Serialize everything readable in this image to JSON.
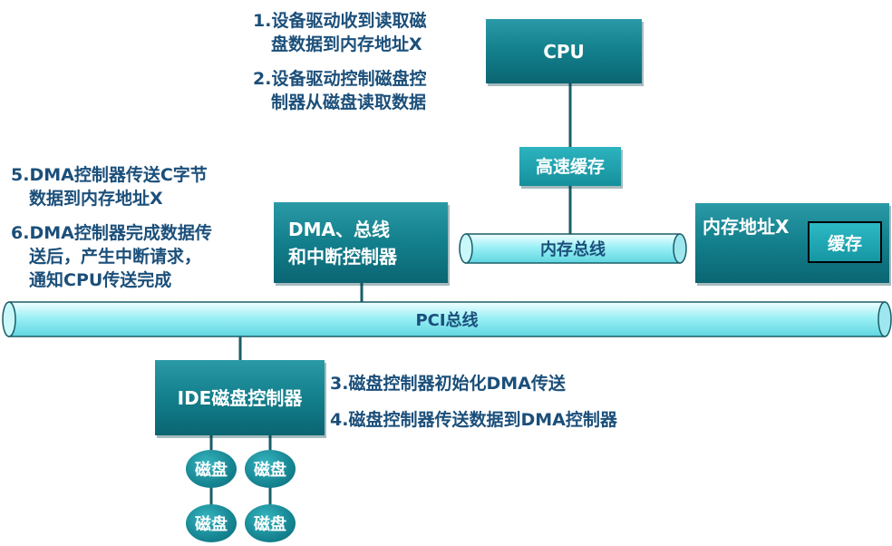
{
  "nodes": {
    "cpu": "CPU",
    "cache": "高速缓存",
    "dma_controller": [
      "DMA、总线",
      "和中断控制器"
    ],
    "memory_address": "内存地址X",
    "memory_cache": "缓存",
    "ide_controller": "IDE磁盘控制器",
    "disks": [
      "磁盘",
      "磁盘",
      "磁盘",
      "磁盘"
    ]
  },
  "buses": {
    "memory_bus": "内存总线",
    "pci_bus": "PCI总线"
  },
  "steps": {
    "step1": [
      "1.设备驱动收到读取磁",
      "盘数据到内存地址X"
    ],
    "step2": [
      "2.设备驱动控制磁盘控",
      "制器从磁盘读取数据"
    ],
    "step3": "3.磁盘控制器初始化DMA传送",
    "step4": "4.磁盘控制器传送数据到DMA控制器",
    "step5": [
      "5.DMA控制器传送C字节",
      "数据到内存地址X"
    ],
    "step6": [
      "6.DMA控制器完成数据传",
      "送后，产生中断请求，",
      "通知CPU传送完成"
    ]
  },
  "colors": {
    "box_fill": "#137f8c",
    "bus_fill": "#b8f4f8",
    "note_text": "#1b4f7a",
    "wire": "#1a5d66"
  }
}
